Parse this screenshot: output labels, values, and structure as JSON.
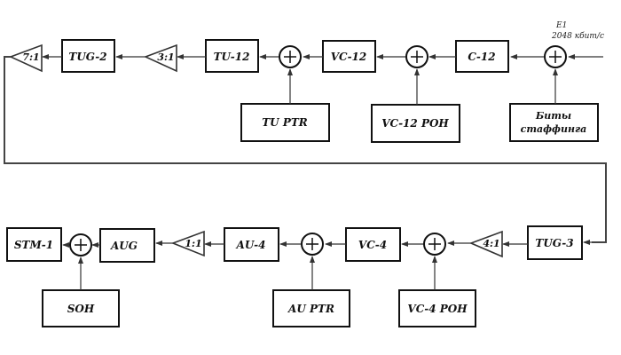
{
  "diagram": {
    "title": "SDH multiplexing structure: E1 to STM-1",
    "input": {
      "line1": "E1",
      "line2": "2048 кбит/с"
    },
    "top_row": {
      "blocks": {
        "tug2": "TUG-2",
        "tu12": "TU-12",
        "vc12": "VC-12",
        "c12": "C-12"
      },
      "multiplexers": {
        "m71": "7:1",
        "m31": "3:1"
      },
      "inputs": {
        "tu_ptr": "TU PTR",
        "vc12_poh": "VC-12 POH",
        "stuffing_line1": "Биты",
        "stuffing_line2": "стаффинга"
      }
    },
    "bottom_row": {
      "blocks": {
        "stm1": "STM-1",
        "aug": "AUG",
        "au4": "AU-4",
        "vc4": "VC-4",
        "tug3": "TUG-3"
      },
      "multiplexers": {
        "m11": "1:1",
        "m41": "4:1"
      },
      "inputs": {
        "soh": "SOH",
        "au_ptr": "AU PTR",
        "vc4_poh": "VC-4 POH"
      }
    },
    "summer_symbol": "+"
  }
}
